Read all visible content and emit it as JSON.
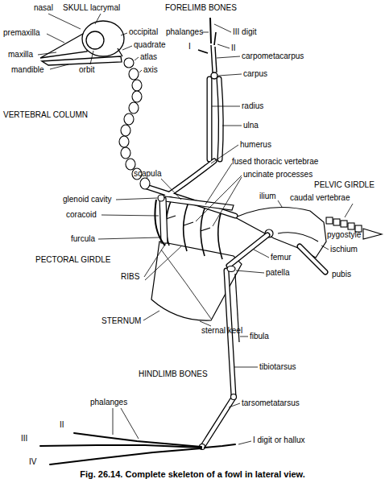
{
  "diagram": {
    "caption": "Fig. 26.14. Complete skeleton of a fowl in lateral view.",
    "labels": [
      "nasal",
      "SKULL",
      "lacrymal",
      "FORELIMB BONES",
      "premaxilla",
      "occipital",
      "phalanges",
      "III digit",
      "I",
      "II",
      "quadrate",
      "maxilla",
      "carpometacarpus",
      "atlas",
      "mandible",
      "orbit",
      "axis",
      "carpus",
      "radius",
      "VERTEBRAL COLUMN",
      "ulna",
      "humerus",
      "fused thoracic vertebrae",
      "scapula",
      "uncinate processes",
      "PELVIC GIRDLE",
      "glenoid cavity",
      "ilium",
      "caudal vertebrae",
      "coracoid",
      "pygostyle",
      "furcula",
      "femur",
      "ischium",
      "PECTORAL GIRDLE",
      "patella",
      "pubis",
      "RIBS",
      "STERNUM",
      "sternal keel",
      "fibula",
      "tibiotarsus",
      "HINDLIMB BONES",
      "phalanges",
      "tarsometatarsus",
      "II",
      "III",
      "I digit or hallux",
      "IV"
    ]
  }
}
